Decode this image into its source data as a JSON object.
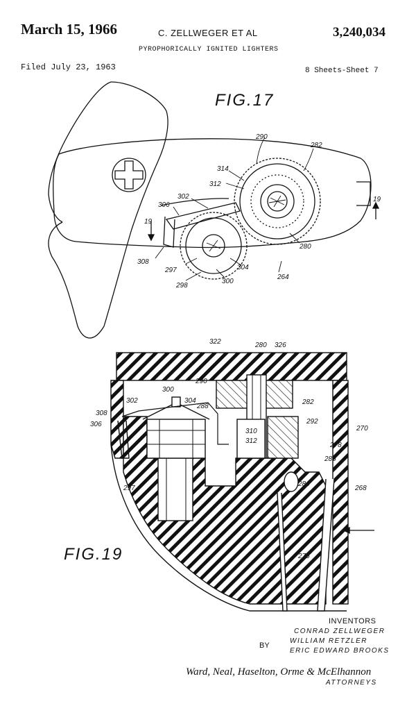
{
  "header": {
    "date": "March 15, 1966",
    "inventors_short": "C. ZELLWEGER ET AL",
    "patent_number": "3,240,034",
    "title": "PYROPHORICALLY IGNITED LIGHTERS",
    "filed": "Filed July 23, 1963",
    "sheets": "8 Sheets-Sheet 7"
  },
  "figures": {
    "fig17_label": "FIG.17",
    "fig19_label": "FIG.19"
  },
  "fig17_refs": {
    "r290": "290",
    "r282": "282",
    "r314": "314",
    "r312": "312",
    "r302": "302",
    "r306": "306",
    "r19a": "19",
    "r19b": "19",
    "r308": "308",
    "r297": "297",
    "r298": "298",
    "r300": "300",
    "r304": "304",
    "r280": "280",
    "r264": "264"
  },
  "fig19_refs": {
    "r322": "322",
    "r280": "280",
    "r326": "326",
    "r290": "290",
    "r300": "300",
    "r304": "304",
    "r288": "288",
    "r302": "302",
    "r308": "308",
    "r306": "306",
    "r282": "282",
    "r292": "292",
    "r310": "310",
    "r312": "312",
    "r270": "270",
    "r278": "278",
    "r286": "286",
    "r284": "284",
    "r268": "268",
    "r297": "297",
    "r276": "276"
  },
  "footer": {
    "inventors_heading": "INVENTORS",
    "inventor1": "CONRAD ZELLWEGER",
    "inventor2": "WILLIAM RETZLER",
    "inventor3": "ERIC EDWARD BROOKS",
    "by": "BY",
    "signature": "Ward, Neal, Haselton, Orme & McElhannon",
    "attorneys": "ATTORNEYS"
  }
}
